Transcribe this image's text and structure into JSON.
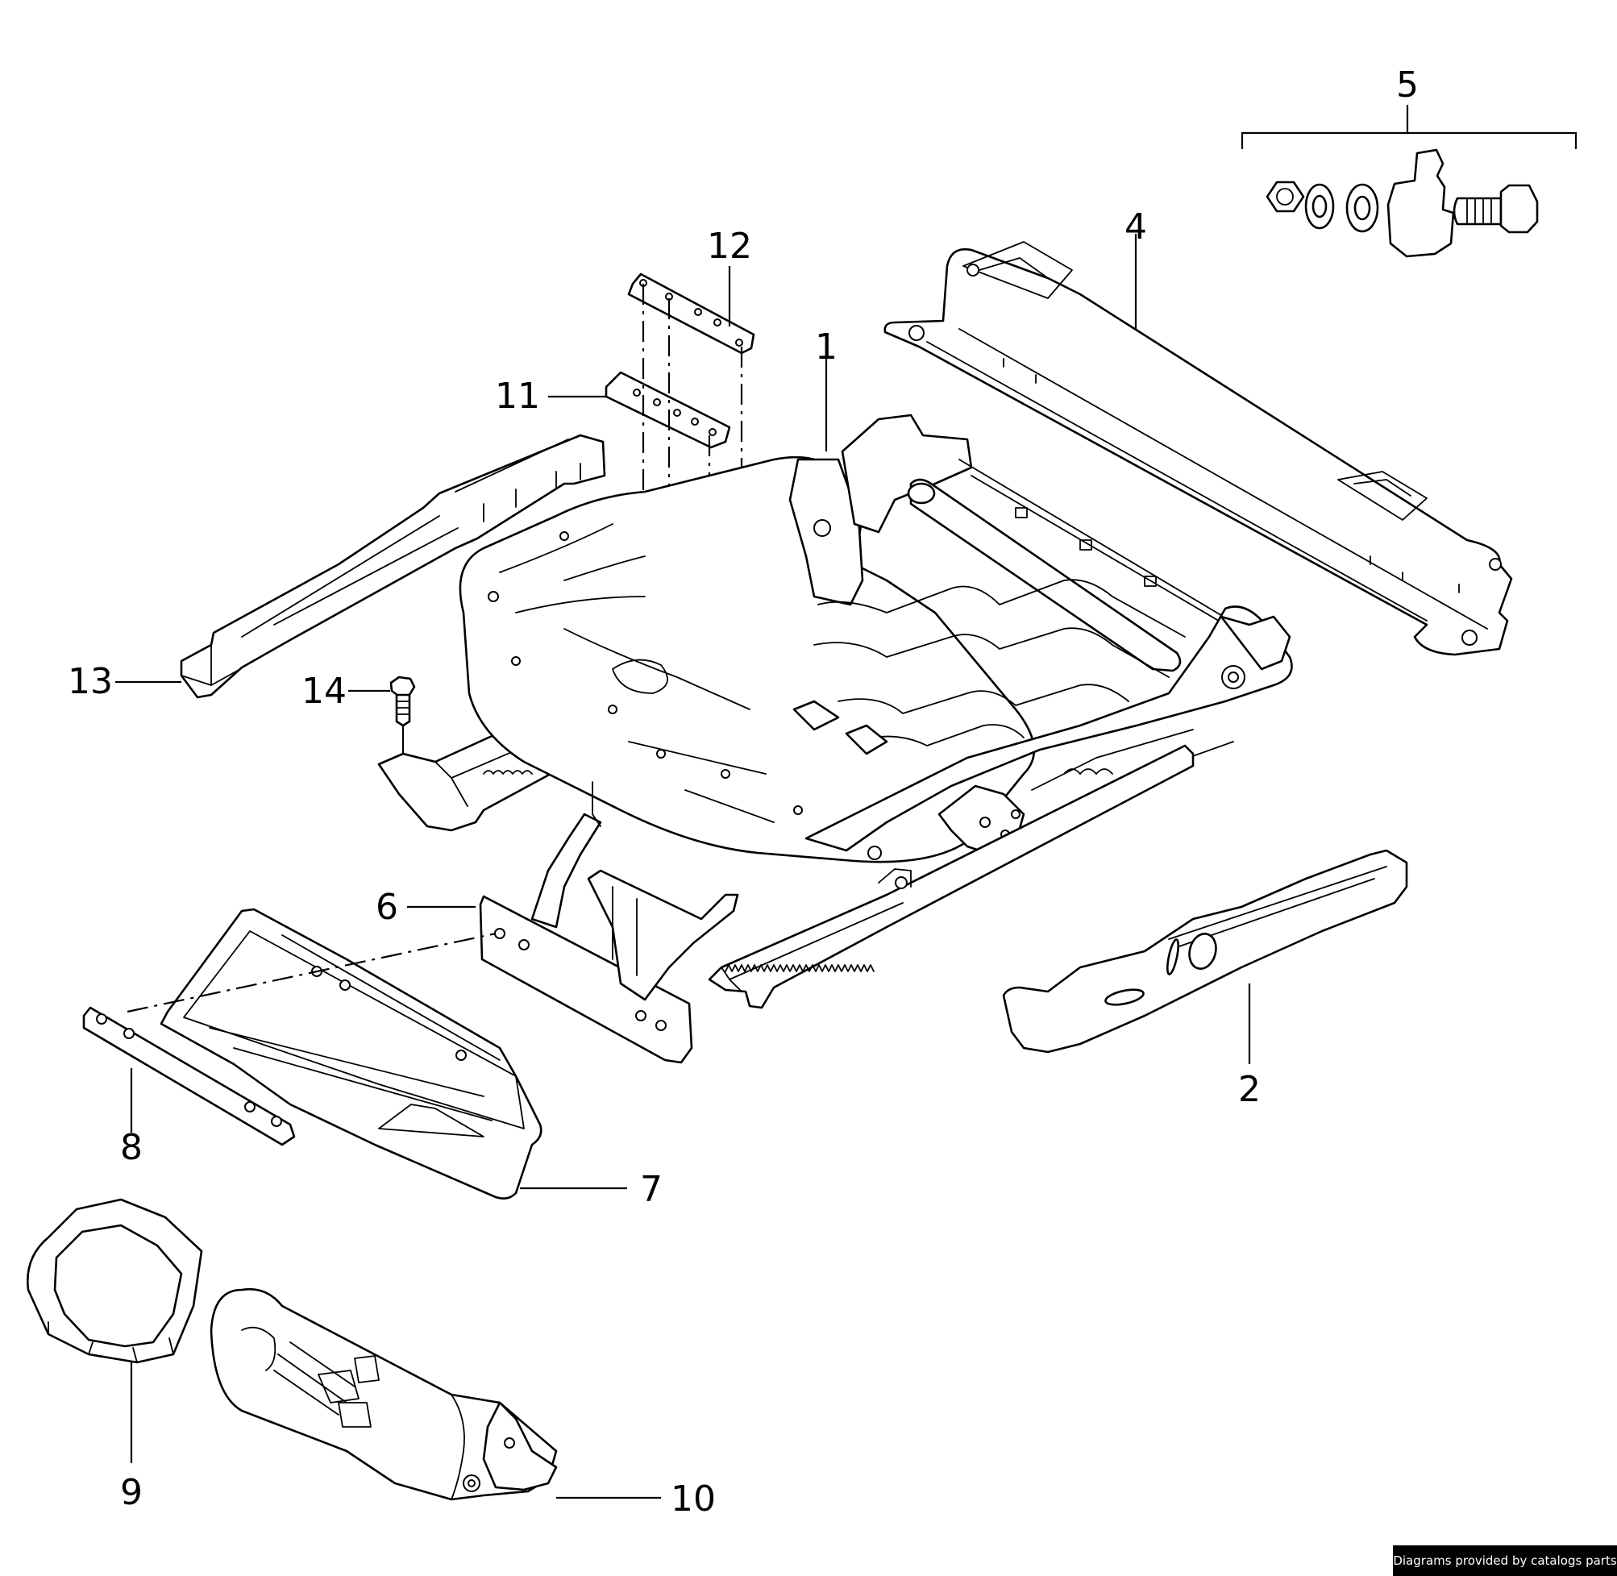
{
  "callouts": {
    "c1": "1",
    "c2": "2",
    "c4": "4",
    "c5": "5",
    "c6": "6",
    "c7": "7",
    "c8": "8",
    "c9": "9",
    "c10": "10",
    "c11": "11",
    "c12": "12",
    "c13": "13",
    "c14": "14"
  },
  "footer": {
    "credit": "Diagrams provided by catalogs parts"
  }
}
